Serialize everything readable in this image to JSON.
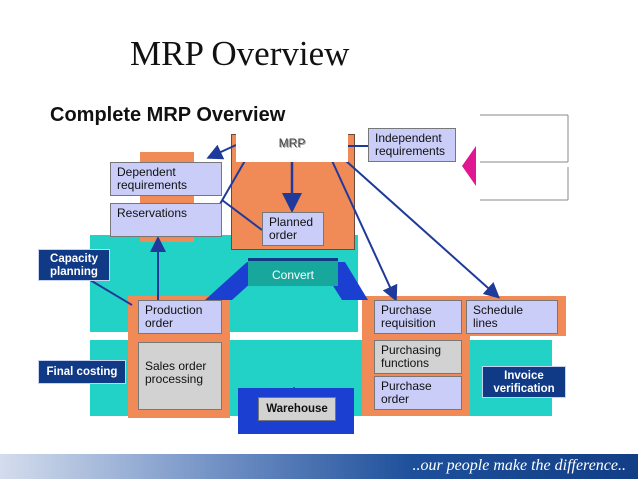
{
  "slide_title": "MRP Overview",
  "diagram_title": "Complete MRP Overview",
  "nodes": {
    "mrp": "MRP",
    "independent_requirements": "Independent requirements",
    "dependent_requirements": "Dependent requirements",
    "reservations": "Reservations",
    "planned_order": "Planned order",
    "convert": "Convert",
    "capacity_planning": "Capacity planning",
    "final_costing": "Final costing",
    "production_order": "Production order",
    "sales_order_processing": "Sales order processing",
    "warehouse": "Warehouse",
    "purchase_requisition": "Purchase requisition",
    "schedule_lines": "Schedule lines",
    "purchasing_functions": "Purchasing functions",
    "purchase_order": "Purchase order",
    "invoice_verification": "Invoice verification"
  },
  "footer": {
    "slogan": "..our people make the difference.."
  },
  "colors": {
    "teal": "#23d2c6",
    "orange": "#f08a57",
    "navy": "#103a86",
    "lavender": "#c9cdf7",
    "arrow": "#1f3a9a",
    "magenta": "#e01790"
  }
}
